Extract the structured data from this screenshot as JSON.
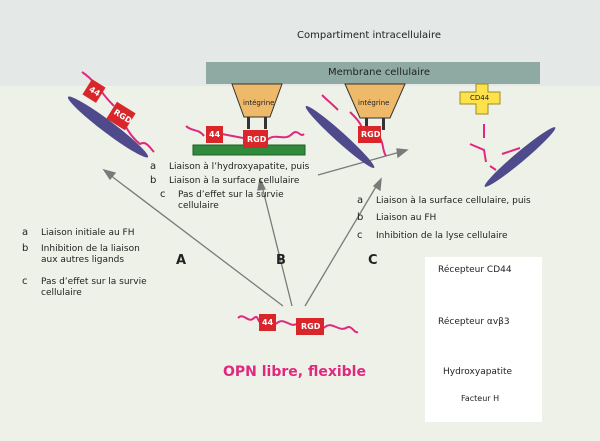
{
  "colors": {
    "background": "#eef1e7",
    "top_band": "#e4e8e6",
    "membrane": "#8eaaa3",
    "rgd_box": "#d9262a",
    "opn_strand": "#e0287f",
    "factor_rod": "#4f4a8c",
    "hydroxyapatite": "#efb96a",
    "cd44": "#ffe14a",
    "green_bar": "#2f8a3c",
    "arrow": "#7a7a7a"
  },
  "header": {
    "compartment": "Compartiment intracellulaire",
    "membrane": "Membrane cellulaire"
  },
  "labels": {
    "integrin1": "intégrine",
    "integrin2": "intégrine",
    "cd44": "CD44",
    "rgd": "RGD",
    "site44": "44"
  },
  "list_left": {
    "letters": [
      "a",
      "b",
      "c"
    ],
    "items": [
      "Liaison initiale au FH",
      "Inhibition de la liaison aux autres ligands",
      "Pas d’effet sur la survie cellulaire"
    ]
  },
  "list_mid": {
    "letters": [
      "a",
      "b",
      "c"
    ],
    "items": [
      "Liaison à l’hydroxyapatite, puis",
      "Liaison à la surface cellulaire",
      "Pas d’effet sur la survie cellulaire"
    ]
  },
  "list_right": {
    "letters": [
      "a",
      "b",
      "c"
    ],
    "items": [
      "Liaison à la surface cellulaire, puis",
      "Liaison au FH",
      "Inhibition de la lyse cellulaire"
    ]
  },
  "pathway_letters": [
    "A",
    "B",
    "C"
  ],
  "main_title": "OPN libre, flexible",
  "legend": {
    "cd44": "Récepteur CD44",
    "integrin": "Récepteur αvβ3",
    "hydroxyapatite": "Hydroxyapatite",
    "factor": "Facteur H"
  }
}
